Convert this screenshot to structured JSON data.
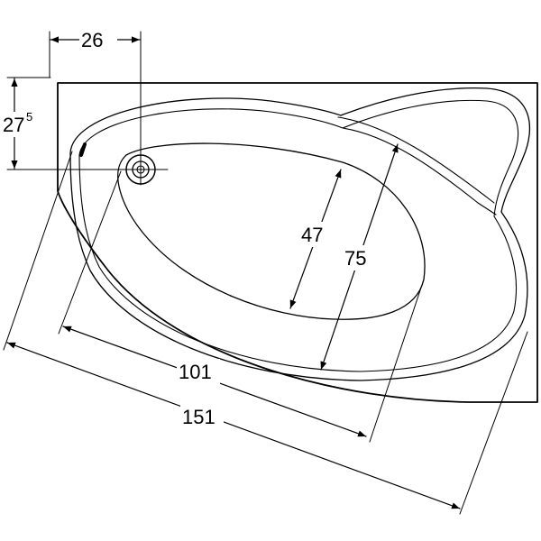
{
  "dimensions": {
    "top_offset": "26",
    "side_offset_main": "27",
    "side_offset_sup": "5",
    "inner_width": "47",
    "inner_length": "75",
    "basin_length": "101",
    "overall_length": "151"
  },
  "colors": {
    "line": "#000000",
    "background": "#ffffff"
  }
}
